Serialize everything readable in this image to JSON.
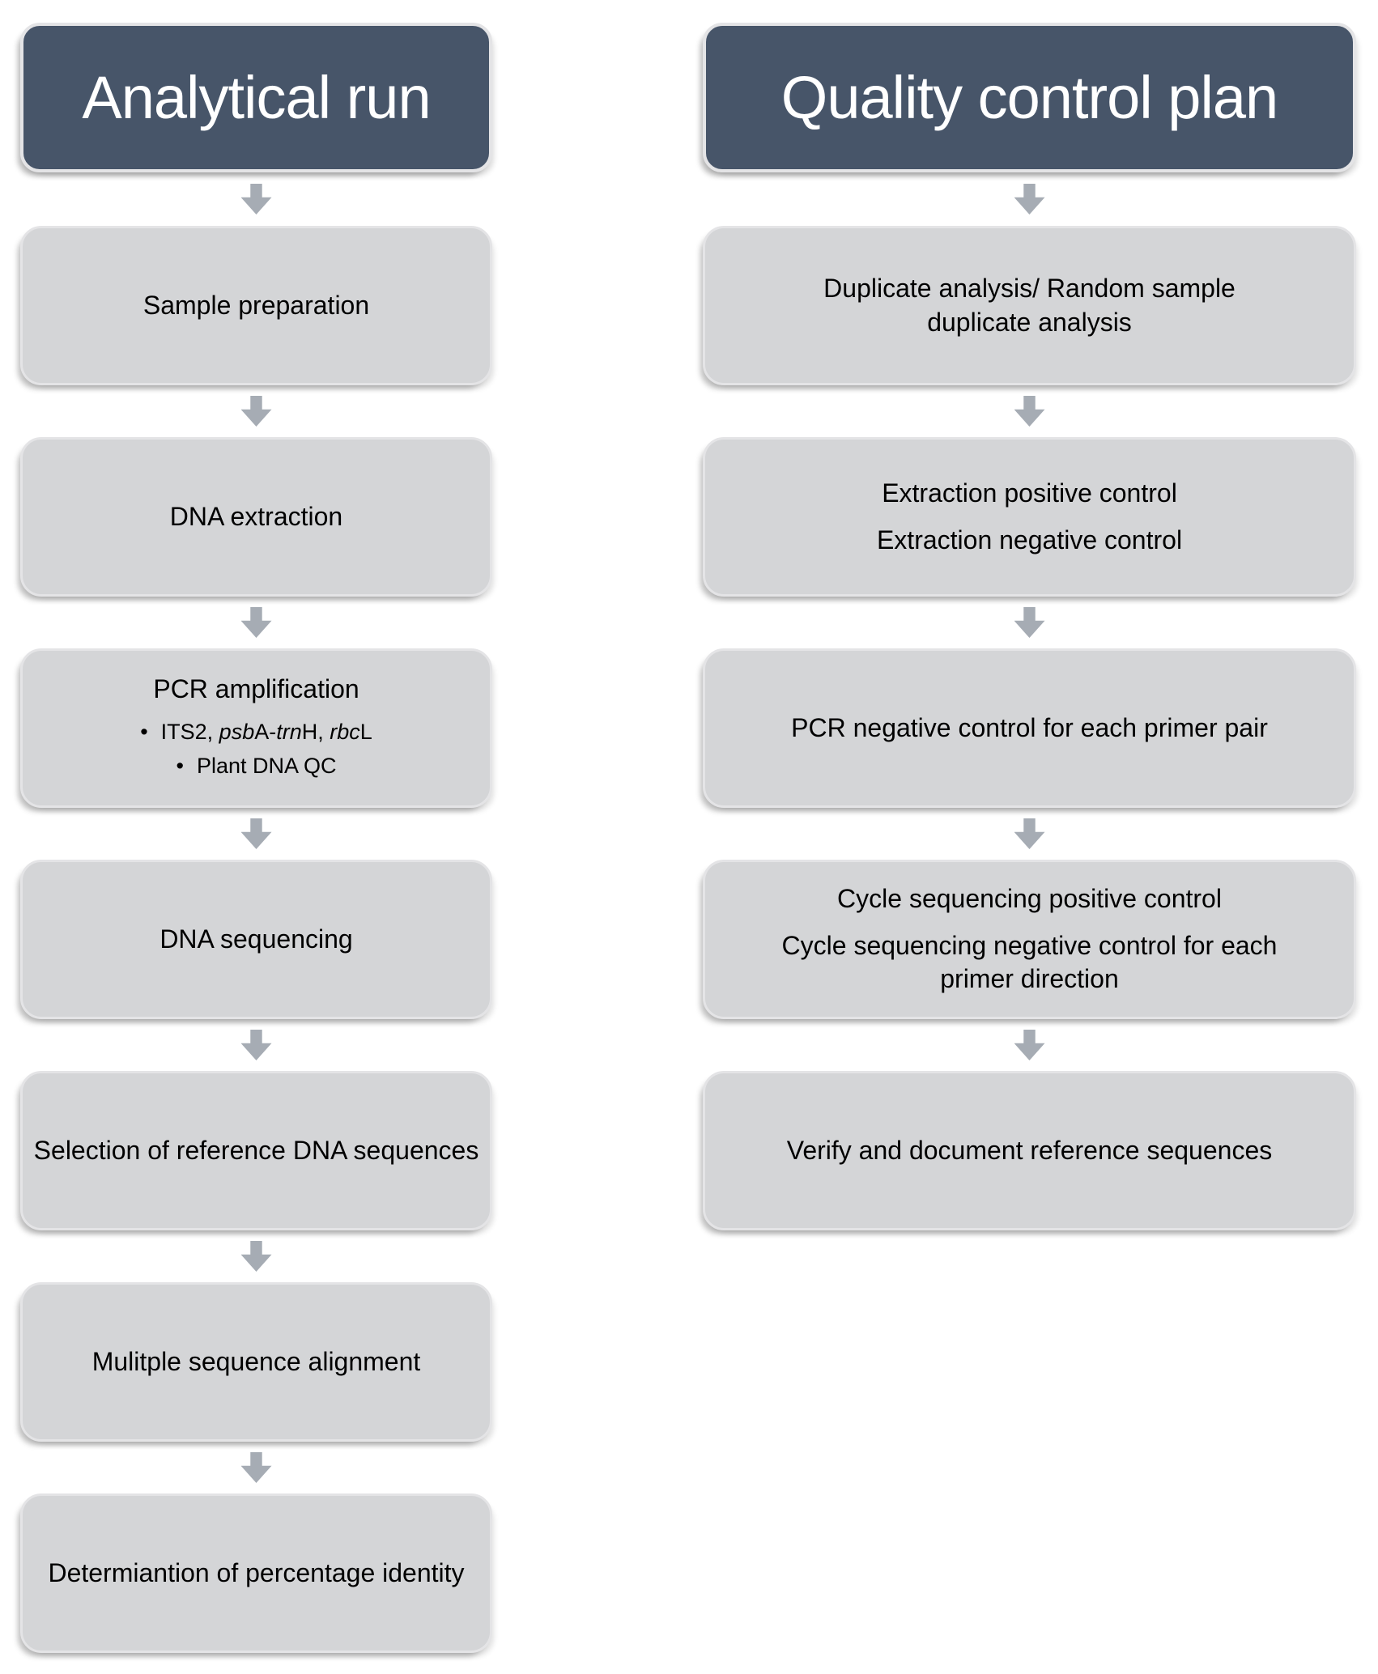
{
  "colors": {
    "header_bg": "#475569",
    "header_text": "#FFFFFF",
    "box_bg": "#D4D5D7",
    "box_border": "#E4E4E6",
    "box_text": "#000000",
    "arrow": "#A6ACB4"
  },
  "analytical": {
    "title": "Analytical run",
    "steps": {
      "sample_preparation": "Sample preparation",
      "dna_extraction": "DNA extraction",
      "pcr": {
        "title": "PCR amplification",
        "bullet_marker": "•",
        "genes": {
          "seg1": "ITS2, ",
          "seg2": "psb",
          "seg3": "A-",
          "seg4": "trn",
          "seg5": "H, ",
          "seg6": "rbc",
          "seg7": "L"
        },
        "plant_qc": "Plant DNA QC"
      },
      "dna_sequencing": "DNA sequencing",
      "reference_selection": "Selection of reference DNA sequences",
      "alignment": "Mulitple sequence alignment",
      "percentage_identity": "Determiantion of percentage identity"
    }
  },
  "qc": {
    "title": "Quality control plan",
    "steps": {
      "duplicate": "Duplicate analysis/ Random sample duplicate analysis",
      "extraction_positive": "Extraction positive control",
      "extraction_negative": "Extraction negative control",
      "pcr_negative": "PCR negative control for each primer pair",
      "cycle_positive": "Cycle sequencing positive control",
      "cycle_negative": "Cycle sequencing negative control for each primer direction",
      "verify": "Verify and document reference sequences"
    }
  }
}
